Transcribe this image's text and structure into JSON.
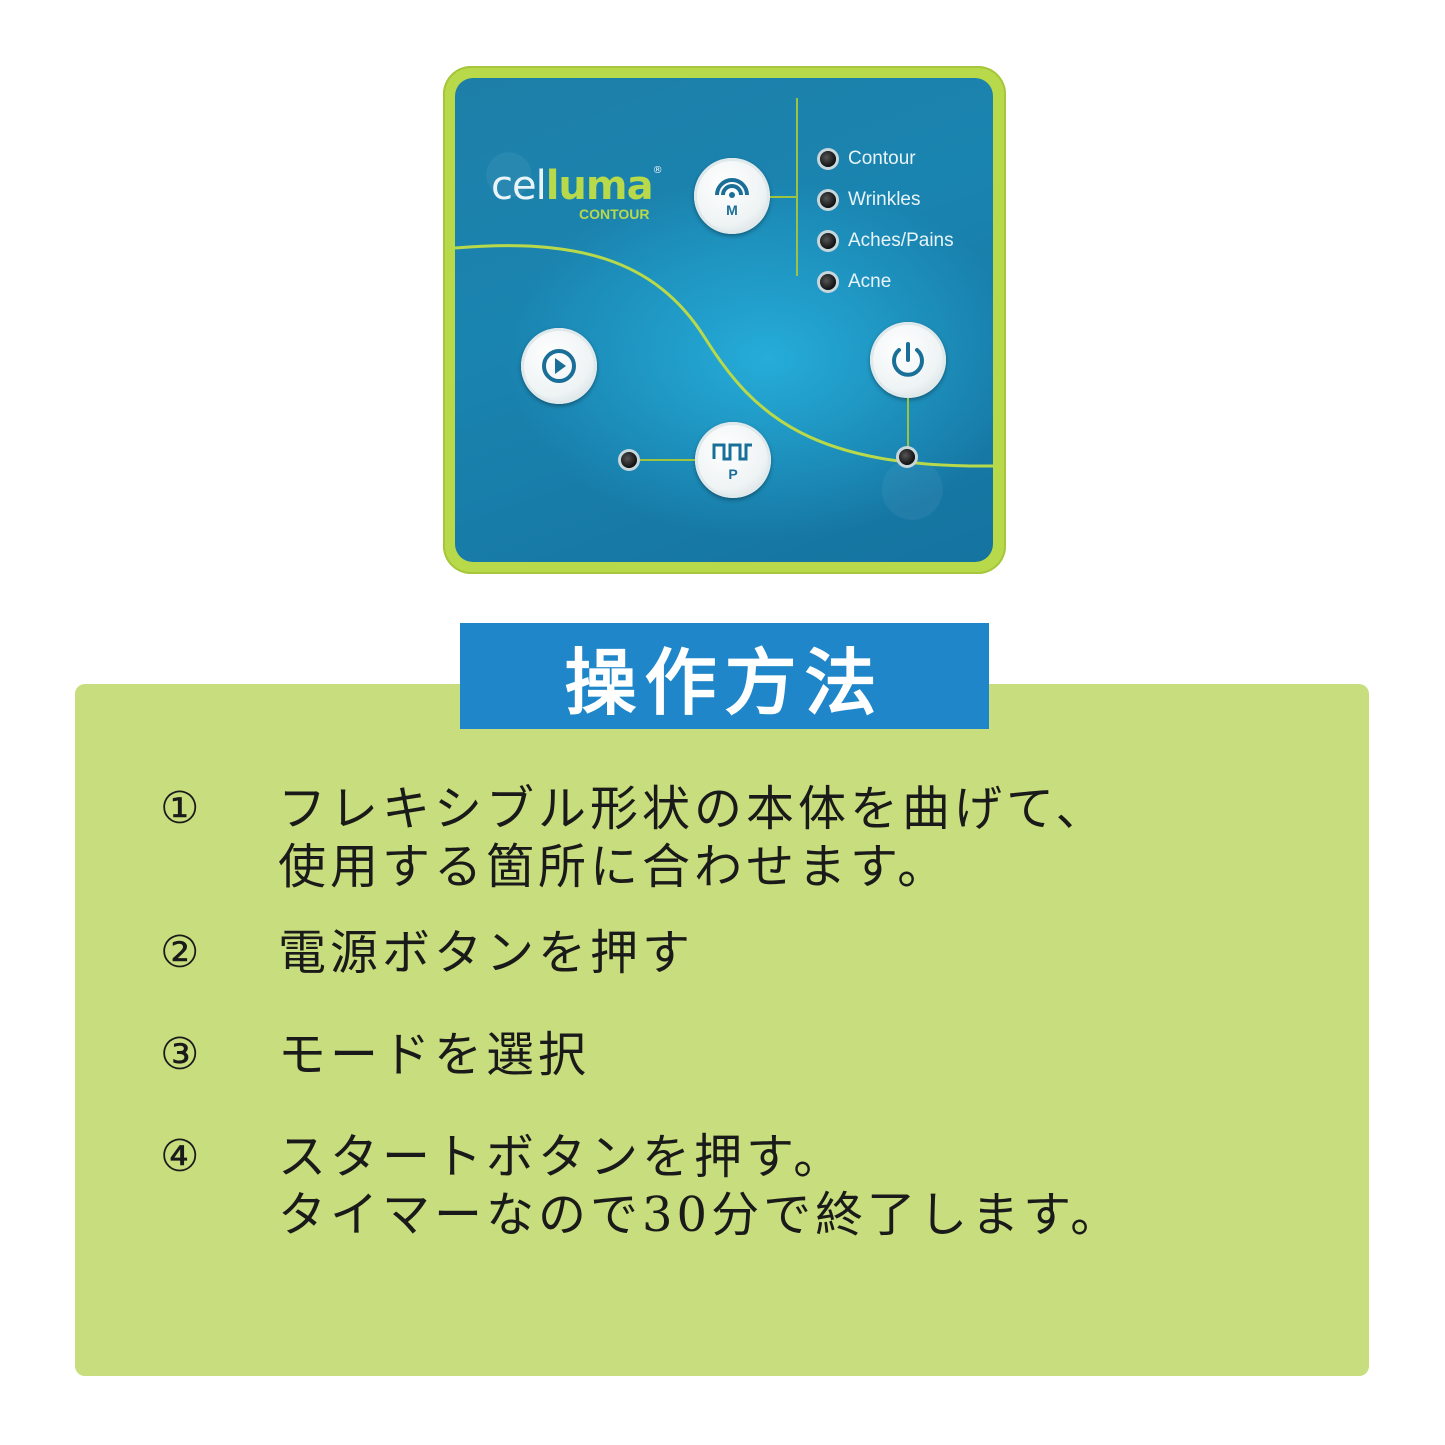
{
  "device": {
    "logo_main": "cel",
    "logo_accent": "luma",
    "logo_reg": "®",
    "logo_sub": "CONTOUR",
    "mode_button_letter": "M",
    "pulse_button_letter": "P",
    "modes": [
      {
        "label": "Contour"
      },
      {
        "label": "Wrinkles"
      },
      {
        "label": "Aches/Pains"
      },
      {
        "label": "Acne"
      }
    ],
    "colors": {
      "body": "#b8d94a",
      "face": "#1a84b0",
      "accent": "#b8d94a",
      "icon": "#1a6f99"
    },
    "icons": [
      "mode-icon",
      "play-icon",
      "power-icon",
      "pulse-icon"
    ]
  },
  "title": "操作方法",
  "steps": [
    {
      "number": "①",
      "lines": [
        "フレキシブル形状の本体を曲げて、",
        "使用する箇所に合わせます。"
      ]
    },
    {
      "number": "②",
      "lines": [
        "電源ボタンを押す"
      ]
    },
    {
      "number": "③",
      "lines": [
        "モードを選択"
      ]
    },
    {
      "number": "④",
      "lines": [
        "スタートボタンを押す。",
        "タイマーなので30分で終了します。"
      ]
    }
  ],
  "colors": {
    "title_bg": "#1f87c9",
    "panel_bg": "#c8dd7d"
  }
}
